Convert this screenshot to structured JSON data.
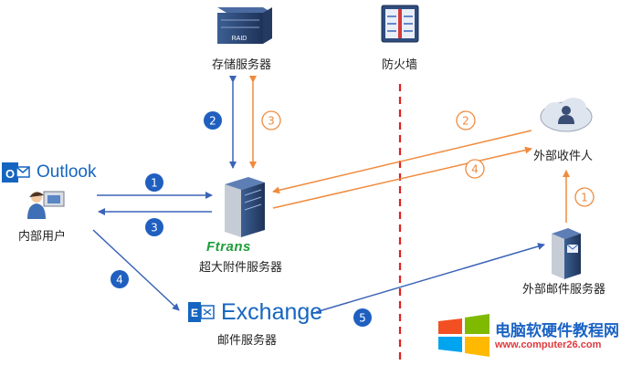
{
  "nodes": {
    "storage_server": "存储服务器",
    "firewall": "防火墙",
    "external_recipient": "外部收件人",
    "internal_user": "内部用户",
    "transfer_server": "超大附件服务器",
    "mail_server": "邮件服务器",
    "external_mail_server": "外部邮件服务器"
  },
  "logos": {
    "outlook": "Outlook",
    "ftrans": "Ftrans",
    "exchange": "Exchange",
    "raid": "RAID"
  },
  "steps": {
    "s1": "1",
    "s2": "2",
    "s3": "3",
    "s4": "4",
    "s5": "5",
    "o1": "1",
    "o2": "2",
    "o3": "3",
    "o4": "4"
  },
  "watermark": {
    "title": "电脑软硬件教程网",
    "url": "www.computer26.com"
  },
  "colors": {
    "blue_flow": "#3b64b8",
    "orange_flow": "#f08a3c",
    "firewall_line": "#e02020",
    "badge_blue": "#1f5fbf"
  }
}
